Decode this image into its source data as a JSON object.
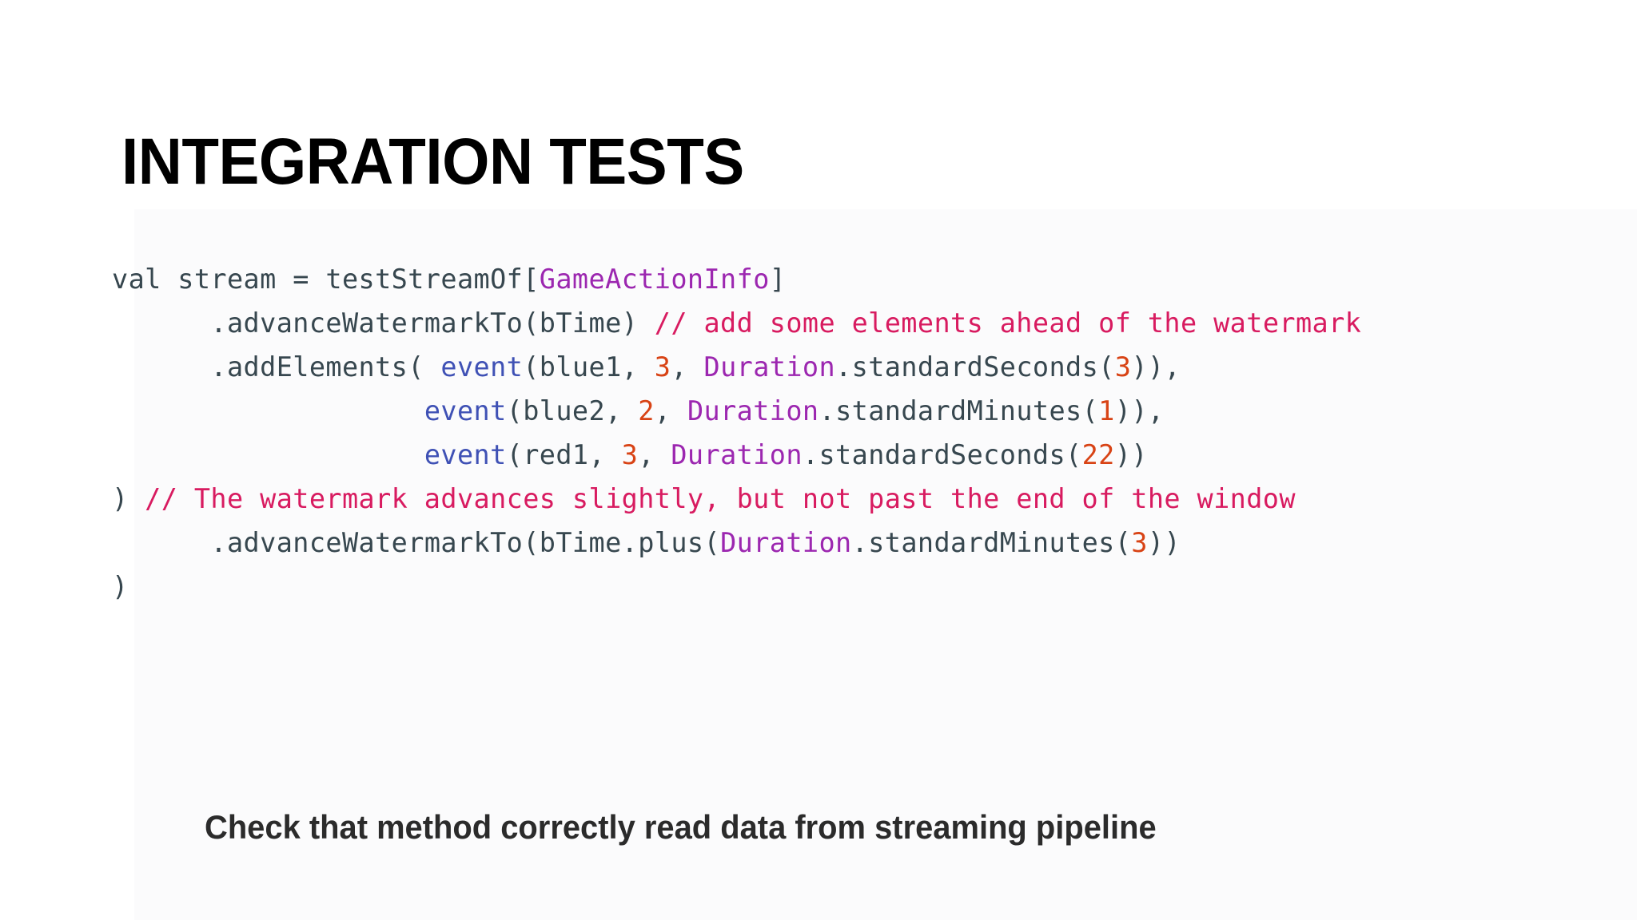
{
  "slide": {
    "title": "INTEGRATION TESTS",
    "caption": "Check that method correctly read data from streaming pipeline",
    "background_color": "#ffffff",
    "title_color": "#000000",
    "caption_color": "#2b2b2b"
  },
  "code": {
    "language": "scala",
    "colors": {
      "plain": "#37474f",
      "type": "#9c27b0",
      "comment": "#d81b60",
      "function": "#3f51b5",
      "number": "#d84315"
    },
    "lines": [
      {
        "id": "line-1",
        "tokens": [
          {
            "t": "val stream = testStreamOf[",
            "k": "plain"
          },
          {
            "t": "GameActionInfo",
            "k": "type"
          },
          {
            "t": "]",
            "k": "plain"
          }
        ]
      },
      {
        "id": "line-2",
        "tokens": [
          {
            "t": "      .advanceWatermarkTo(bTime) ",
            "k": "plain"
          },
          {
            "t": "// add some elements ahead of the watermark",
            "k": "comment"
          }
        ]
      },
      {
        "id": "line-3",
        "tokens": [
          {
            "t": "      .addElements( ",
            "k": "plain"
          },
          {
            "t": "event",
            "k": "function"
          },
          {
            "t": "(blue1, ",
            "k": "plain"
          },
          {
            "t": "3",
            "k": "number"
          },
          {
            "t": ", ",
            "k": "plain"
          },
          {
            "t": "Duration",
            "k": "type"
          },
          {
            "t": ".standardSeconds(",
            "k": "plain"
          },
          {
            "t": "3",
            "k": "number"
          },
          {
            "t": ")),",
            "k": "plain"
          }
        ]
      },
      {
        "id": "line-4",
        "tokens": [
          {
            "t": "                   ",
            "k": "plain"
          },
          {
            "t": "event",
            "k": "function"
          },
          {
            "t": "(blue2, ",
            "k": "plain"
          },
          {
            "t": "2",
            "k": "number"
          },
          {
            "t": ", ",
            "k": "plain"
          },
          {
            "t": "Duration",
            "k": "type"
          },
          {
            "t": ".standardMinutes(",
            "k": "plain"
          },
          {
            "t": "1",
            "k": "number"
          },
          {
            "t": ")),",
            "k": "plain"
          }
        ]
      },
      {
        "id": "line-5",
        "tokens": [
          {
            "t": "                   ",
            "k": "plain"
          },
          {
            "t": "event",
            "k": "function"
          },
          {
            "t": "(red1, ",
            "k": "plain"
          },
          {
            "t": "3",
            "k": "number"
          },
          {
            "t": ", ",
            "k": "plain"
          },
          {
            "t": "Duration",
            "k": "type"
          },
          {
            "t": ".standardSeconds(",
            "k": "plain"
          },
          {
            "t": "22",
            "k": "number"
          },
          {
            "t": "))",
            "k": "plain"
          }
        ]
      },
      {
        "id": "line-6",
        "tokens": [
          {
            "t": ") ",
            "k": "plain"
          },
          {
            "t": "// The watermark advances slightly, but not past the end of the window",
            "k": "comment"
          }
        ]
      },
      {
        "id": "line-7",
        "tokens": [
          {
            "t": "      .advanceWatermarkTo(bTime.plus(",
            "k": "plain"
          },
          {
            "t": "Duration",
            "k": "type"
          },
          {
            "t": ".standardMinutes(",
            "k": "plain"
          },
          {
            "t": "3",
            "k": "number"
          },
          {
            "t": "))",
            "k": "plain"
          }
        ]
      },
      {
        "id": "line-8",
        "tokens": [
          {
            "t": ")",
            "k": "plain"
          }
        ]
      }
    ]
  }
}
